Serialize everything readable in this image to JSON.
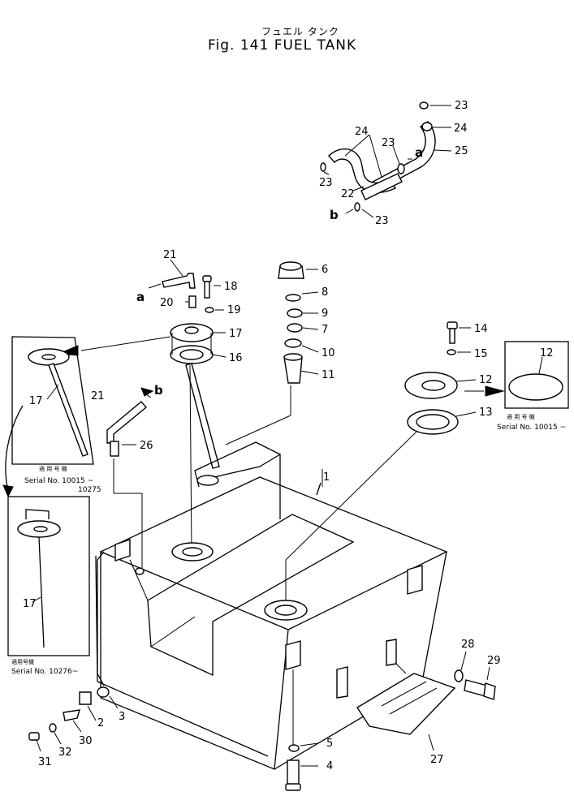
{
  "header": {
    "jp_title": "フュエル タンク",
    "title": "Fig. 141  FUEL TANK"
  },
  "labels": {
    "p1": "1",
    "p2": "2",
    "p3": "3",
    "p4": "4",
    "p5": "5",
    "p6": "6",
    "p7": "7",
    "p8": "8",
    "p9": "9",
    "p10": "10",
    "p11": "11",
    "p12a": "12",
    "p12b": "12",
    "p13": "13",
    "p14": "14",
    "p15": "15",
    "p16": "16",
    "p17a": "17",
    "p17b": "17",
    "p17c": "17",
    "p18": "18",
    "p19": "19",
    "p20": "20",
    "p21a": "21",
    "p21b": "21",
    "p22": "22",
    "p23a": "23",
    "p23b": "23",
    "p23c": "23",
    "p23d": "23",
    "p24a": "24",
    "p24b": "24",
    "p25": "25",
    "p26": "26",
    "p27": "27",
    "p28": "28",
    "p29": "29",
    "p30": "30",
    "p31": "31",
    "p32": "32",
    "ref_a1": "a",
    "ref_a2": "a",
    "ref_b1": "b",
    "ref_b2": "b"
  },
  "serials": {
    "s1_jp": "適 用 号 機",
    "s1_line1": "Serial No. 10015 ~",
    "s1_line2": "10275",
    "s2_jp": "適用号機",
    "s2_line1": "Serial No. 10276~",
    "s3_jp": "適 用 号 機",
    "s3_line1": "Serial No. 10015 ~"
  }
}
